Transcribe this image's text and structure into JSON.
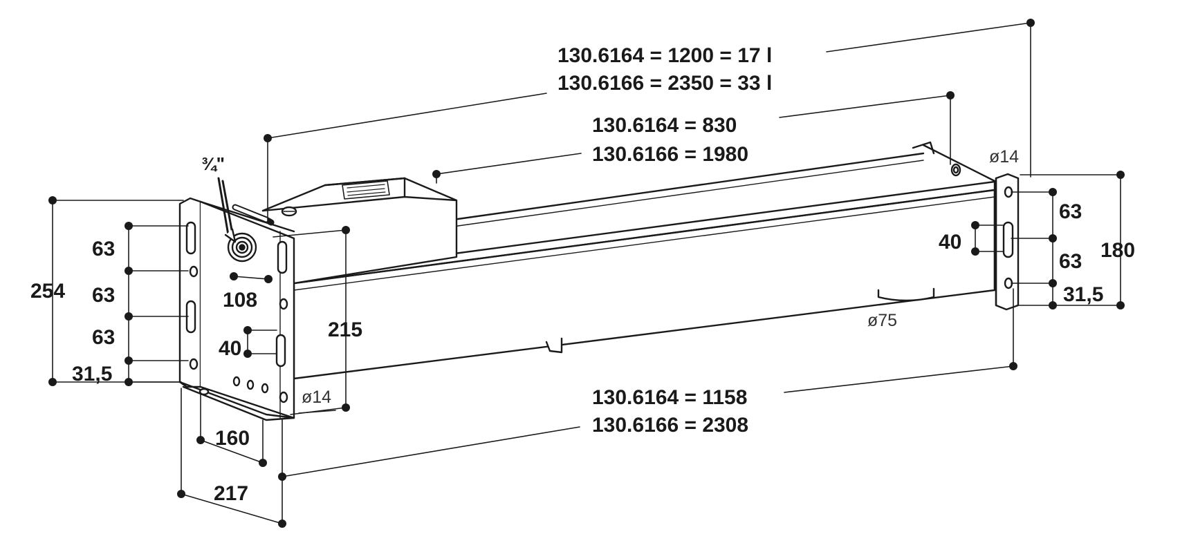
{
  "title_lines": {
    "overall_length_1": "130.6164 = 1200 = 17 l",
    "overall_length_2": "130.6166 = 2350 = 33 l",
    "pipe_length_1": "130.6164 = 830",
    "pipe_length_2": "130.6166 = 1980",
    "bottom_length_1": "130.6164 = 1158",
    "bottom_length_2": "130.6166 = 2308"
  },
  "left_bracket": {
    "thread": "¾\"",
    "height_total": "254",
    "spacing_1": "63",
    "spacing_2": "63",
    "spacing_3": "63",
    "bottom_offset": "31,5",
    "connection_offset": "108",
    "height_body": "215",
    "slot": "40",
    "hole": "ø14",
    "depth": "160",
    "width": "217"
  },
  "right_bracket": {
    "hole": "ø14",
    "spacing_1": "63",
    "spacing_2": "63",
    "bottom_offset": "31,5",
    "height_total": "180",
    "slot": "40",
    "foot": "ø75"
  }
}
